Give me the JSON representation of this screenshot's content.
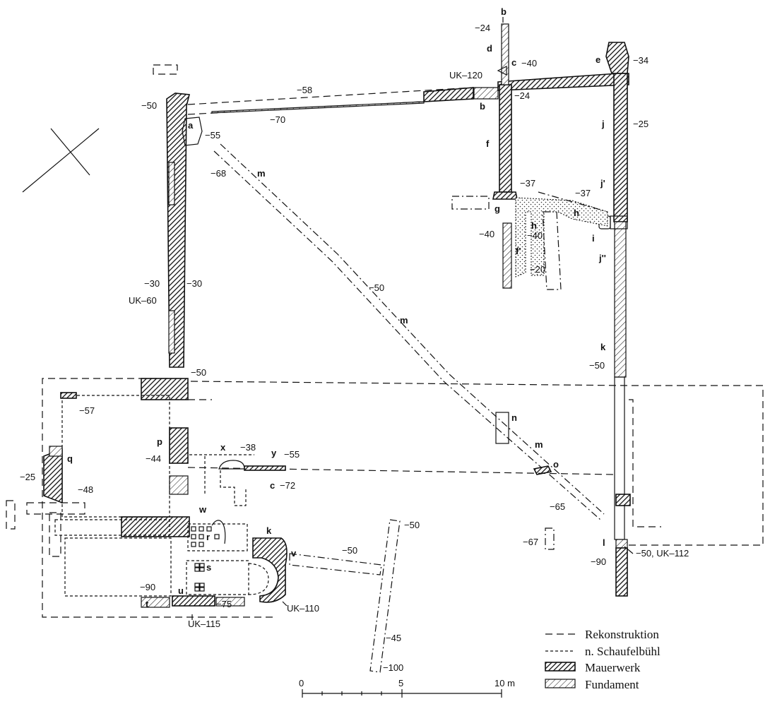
{
  "labels": {
    "a": "a",
    "b_top": "b",
    "b_mid": "b",
    "c_top": "c",
    "c_low": "c",
    "d": "d",
    "e": "e",
    "f": "f",
    "f_prime": "f'",
    "g": "g",
    "h_1": "h",
    "h_2": "h",
    "i": "i",
    "j": "j",
    "j_prime": "j'",
    "j_dprime": "j''",
    "k_right": "k",
    "k_low": "k",
    "l": "l",
    "m_1": "m",
    "m_2": "m",
    "m_3": "m",
    "n": "n",
    "o": "o",
    "p": "p",
    "q": "q",
    "r": "r",
    "s": "s",
    "t": "t",
    "u": "u",
    "v": "v",
    "w": "w",
    "x": "x",
    "y": "y"
  },
  "levels": {
    "v_n24_top": "−24",
    "v_n40_c": "−40",
    "uk120": "UK–120",
    "v_n34": "−34",
    "v_n24_b": "−24",
    "v_n58": "−58",
    "v_n50_tl": "−50",
    "v_n70": "−70",
    "v_n55_a": "−55",
    "v_n25_j": "−25",
    "v_n68": "−68",
    "v_n37_g": "−37",
    "v_n37_h": "−37",
    "v_n40_f": "−40",
    "v_n40_h": "−40",
    "v_n20": "−20",
    "v_n30_l": "−30",
    "v_n30_r": "−30",
    "uk60": "UK–60",
    "v_n50_m": "−50",
    "v_n50_k": "−50",
    "v_n50_p": "−50",
    "v_n57": "−57",
    "v_n38": "−38",
    "v_n55_y": "−55",
    "v_n44": "−44",
    "v_n72": "−72",
    "v_n25_q": "−25",
    "v_n48": "−48",
    "v_n65": "−65",
    "v_n50_ch": "−50",
    "v_n67": "−67",
    "v_n50_uk112": "−50, UK–112",
    "v_n90_l": "−90",
    "v_n50_sw": "−50",
    "v_n90_w": "−90",
    "v_n75": "−75",
    "uk115": "UK–115",
    "uk110": "UK–110",
    "v_n45": "−45",
    "v_n100": "−100"
  },
  "legend": {
    "rekonstruktion": "Rekonstruktion",
    "schaufelbuehl": "n. Schaufelbühl",
    "mauerwerk": "Mauerwerk",
    "fundament": "Fundament"
  },
  "scale": {
    "t0": "0",
    "t5": "5",
    "t10": "10 m"
  },
  "colors": {
    "ink": "#111111",
    "paper": "#ffffff"
  }
}
